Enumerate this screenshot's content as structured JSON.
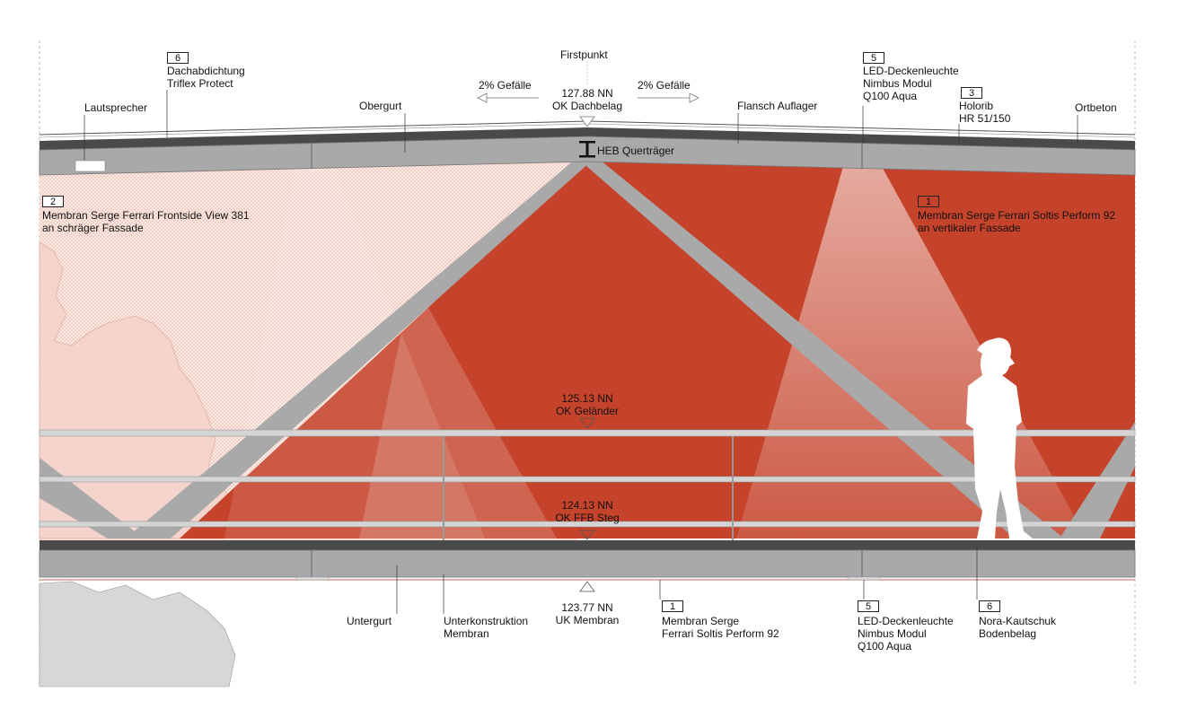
{
  "top_labels": {
    "firstpunkt": "Firstpunkt",
    "dachabdichtung": {
      "num": "6",
      "lines": [
        "Dachabdichtung",
        "Triflex Protect"
      ]
    },
    "led_top": {
      "num": "5",
      "lines": [
        "LED-Deckenleuchte",
        "Nimbus Modul",
        "Q100 Aqua"
      ]
    },
    "holorib": {
      "num": "3",
      "lines": [
        "Holorib",
        "HR 51/150"
      ]
    },
    "lautsprecher": "Lautsprecher",
    "obergurt": "Obergurt",
    "gefaelle_left": "2% Gefälle",
    "gefaelle_right": "2% Gefälle",
    "level_roof": {
      "nn": "127.88 NN",
      "desc": "OK Dachbelag"
    },
    "flansch": "Flansch Auflager",
    "ortbeton": "Ortbeton",
    "heb": "HEB Querträger"
  },
  "membranes": {
    "left": {
      "num": "2",
      "lines": [
        "Membran Serge Ferrari Frontside View 381",
        "an schräger Fassade"
      ]
    },
    "right": {
      "num": "1",
      "lines": [
        "Membran Serge Ferrari Soltis Perform 92",
        "an vertikaler Fassade"
      ]
    }
  },
  "levels": {
    "gelaender": {
      "nn": "125.13 NN",
      "desc": "OK Geländer"
    },
    "ffb": {
      "nn": "124.13 NN",
      "desc": "OK FFB Steg"
    },
    "uk": {
      "nn": "123.77 NN",
      "desc": "UK Membran"
    }
  },
  "bottom_labels": {
    "untergurt": "Untergurt",
    "unterkonstruktion": {
      "lines": [
        "Unterkonstruktion",
        "Membran"
      ]
    },
    "membran_serge": {
      "num": "1",
      "lines": [
        "Membran Serge",
        "Ferrari Soltis Perform 92"
      ]
    },
    "led_bottom": {
      "num": "5",
      "lines": [
        "LED-Deckenleuchte",
        "Nimbus Modul",
        "Q100 Aqua"
      ]
    },
    "nora": {
      "num": "6",
      "lines": [
        "Nora-Kautschuk",
        "Bodenbelag"
      ]
    }
  },
  "colors": {
    "membrane_red": "#c5432b",
    "steel_grey": "#a9a9a9",
    "dark_deck": "#4a4a4a",
    "hatch_light": "#f4d9d2",
    "light_cone": "#ffffff"
  }
}
